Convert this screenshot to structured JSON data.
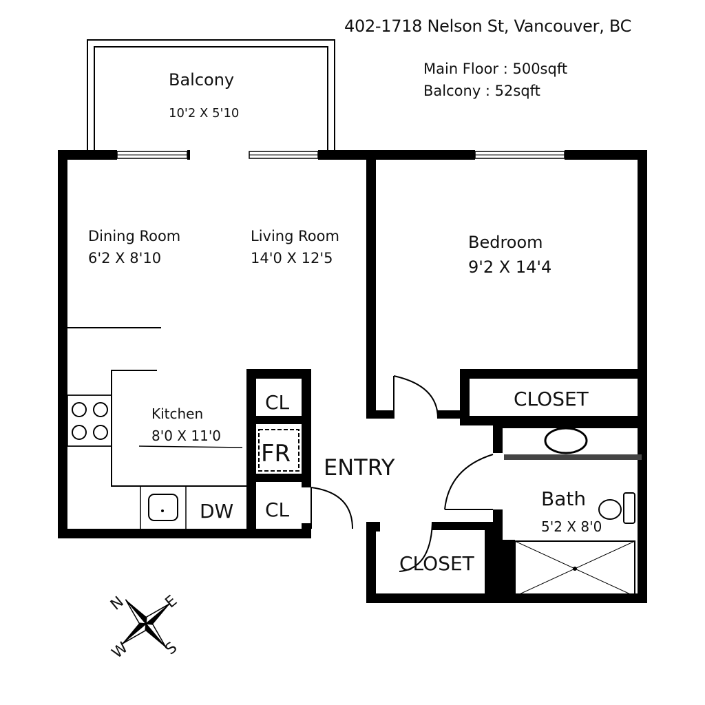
{
  "header": {
    "address": "402-1718 Nelson St, Vancouver, BC",
    "main_floor_area": "Main Floor : 500sqft",
    "balcony_area": "Balcony : 52sqft"
  },
  "rooms": {
    "balcony": {
      "name": "Balcony",
      "size": "10'2 X 5'10"
    },
    "dining_room": {
      "name": "Dining Room",
      "size": "6'2 X 8'10"
    },
    "living_room": {
      "name": "Living Room",
      "size": "14'0 X 12'5"
    },
    "bedroom": {
      "name": "Bedroom",
      "size": "9'2 X 14'4"
    },
    "kitchen": {
      "name": "Kitchen",
      "size": "8'0 X 11'0"
    },
    "bath": {
      "name": "Bath",
      "size": "5'2 X 8'0"
    },
    "entry": {
      "name": "ENTRY"
    }
  },
  "fixtures": {
    "closet_bedroom": "CLOSET",
    "closet_entry": "CLOSET",
    "closet_upper": "CL",
    "closet_lower": "CL",
    "fridge": "FR",
    "dishwasher": "DW"
  },
  "compass": {
    "n": "N",
    "e": "E",
    "s": "S",
    "w": "W"
  },
  "colors": {
    "wall": "#000000",
    "background": "#ffffff"
  }
}
